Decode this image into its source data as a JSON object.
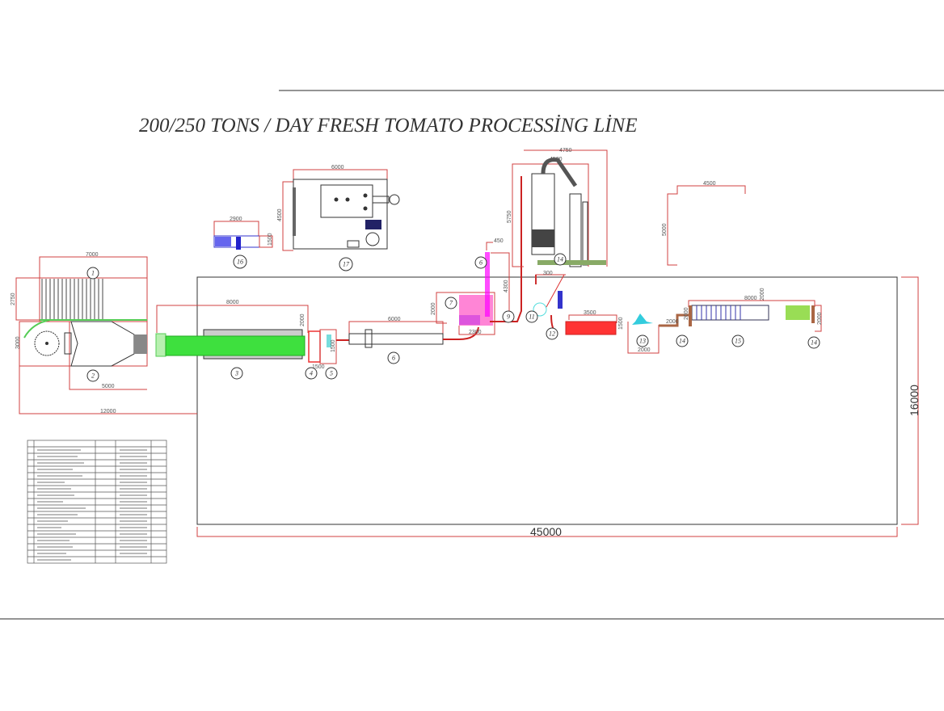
{
  "title": "200/250   TONS / DAY FRESH TOMATO PROCESSİNG LİNE",
  "overall": {
    "width": "45000",
    "height": "16000"
  },
  "dimensions": {
    "d1_width": "7000",
    "d1_height": "2750",
    "d2_height": "3000",
    "d2_width": "5000",
    "d2_total": "12000",
    "d3_width": "8000",
    "d3_height": "2000",
    "d4": "1500",
    "d5": "1500",
    "d6_width": "6000",
    "d7_height": "2000",
    "d7_width": "2300",
    "d8_top": "450",
    "d8_height": "4300",
    "evap_width_outer": "4750",
    "evap_width_inner": "4500",
    "evap_height": "5750",
    "d11": "300",
    "d12_width": "3500",
    "d12_height": "1500",
    "d13_width": "2000",
    "d14_width": "2000",
    "d15_width": "8000",
    "d15_height": "2000",
    "d15_left": "2000",
    "d14b_height": "2000",
    "right_box_width": "4500",
    "right_box_height": "5000",
    "d16_width": "2900",
    "d16_height": "1500",
    "d17_width": "6000",
    "d17_height": "4500"
  },
  "labels": [
    "1",
    "2",
    "3",
    "4",
    "5",
    "6",
    "7",
    "6",
    "9",
    "11",
    "12",
    "13",
    "14",
    "15",
    "14",
    "14",
    "16",
    "17"
  ]
}
